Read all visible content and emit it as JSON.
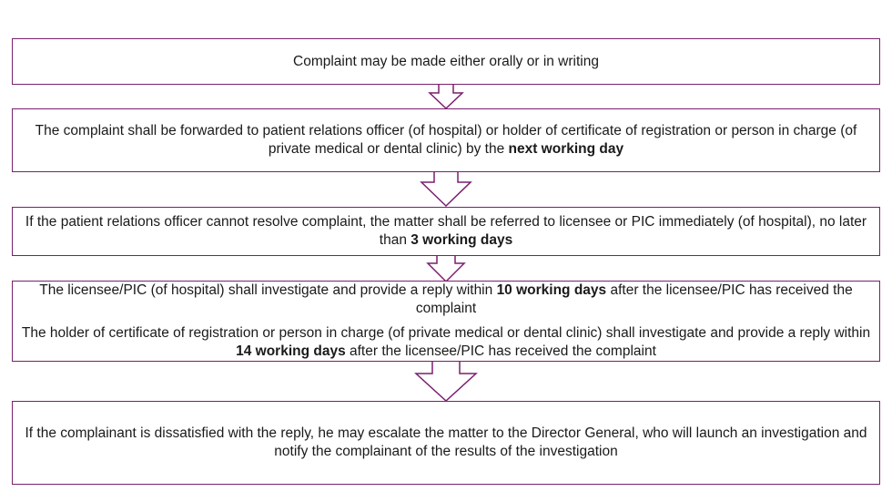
{
  "colors": {
    "border": "#7a1f6e",
    "text": "#1a1a1a",
    "background": "#ffffff"
  },
  "steps": [
    {
      "lines": [
        {
          "pre": "Complaint may be made either orally or in writing",
          "bold": "",
          "post": ""
        }
      ]
    },
    {
      "lines": [
        {
          "pre": "The complaint shall be forwarded to patient relations officer (of hospital) or holder of certificate of registration or person in charge (of private medical or dental clinic) by the ",
          "bold": "next working day",
          "post": ""
        }
      ]
    },
    {
      "lines": [
        {
          "pre": "If the patient relations officer cannot resolve complaint, the matter shall be referred to licensee or PIC immediately (of hospital), no later than ",
          "bold": "3 working days",
          "post": ""
        }
      ]
    },
    {
      "lines": [
        {
          "pre": "The licensee/PIC (of hospital) shall investigate and provide a reply within ",
          "bold": "10 working days",
          "post": " after the licensee/PIC has received the complaint"
        },
        {
          "pre": "The holder of certificate of registration or person in charge (of private medical or dental clinic) shall investigate and provide a reply within ",
          "bold": "14 working days",
          "post": " after the licensee/PIC has received the complaint"
        }
      ]
    },
    {
      "lines": [
        {
          "pre": "If the complainant is dissatisfied with the reply, he may escalate the matter to the Director General, who will launch an investigation and notify the complainant of the results of the investigation",
          "bold": "",
          "post": ""
        }
      ]
    }
  ]
}
